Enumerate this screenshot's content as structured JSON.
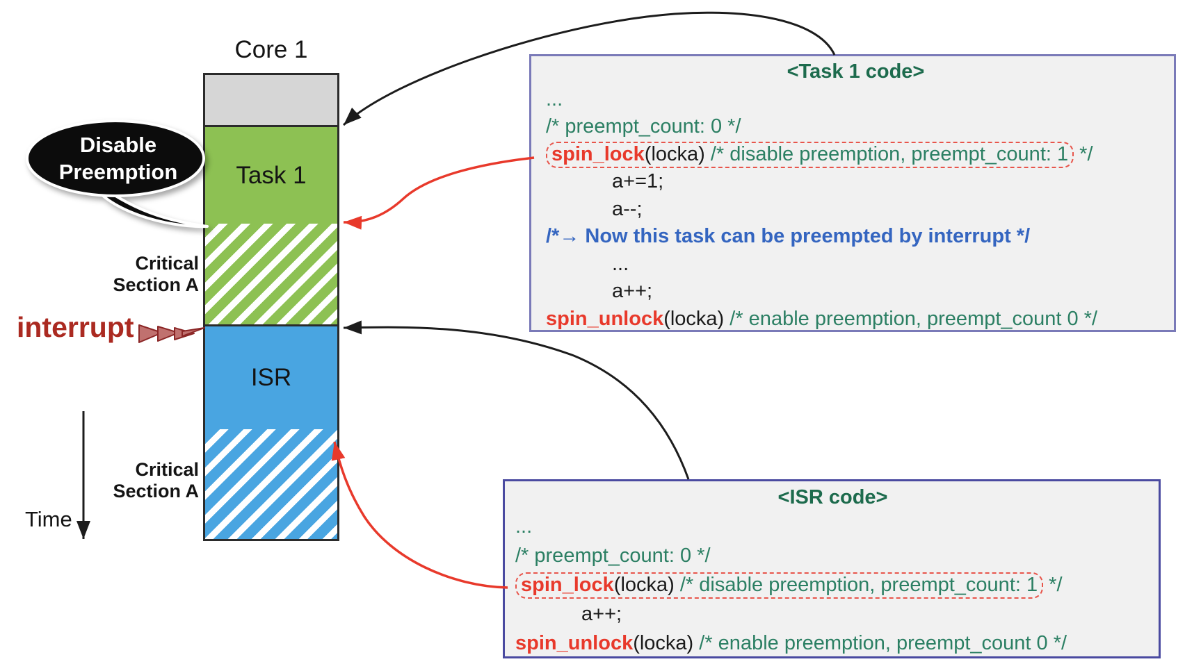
{
  "timeline": {
    "core_label": "Core 1",
    "task_label": "Task 1",
    "isr_label": "ISR",
    "critical_section_a_top": {
      "line1": "Critical",
      "line2": "Section A"
    },
    "critical_section_a_bottom": {
      "line1": "Critical",
      "line2": "Section A"
    },
    "interrupt_label": "interrupt",
    "time_label": "Time",
    "bubble": {
      "line1": "Disable",
      "line2": "Preemption"
    }
  },
  "colors": {
    "task_green": "#8dc153",
    "isr_blue": "#49a5e1",
    "idle_gray": "#d6d6d6",
    "bar_border": "#2b2b2b",
    "code_bg": "#f1f1f1",
    "task_box_border": "#7a7ab8",
    "isr_box_border": "#4a4aa0",
    "title_green": "#1d6b4d",
    "comment_green": "#2b7f63",
    "keyword_red": "#e8392b",
    "code_black": "#1a1a1a",
    "note_blue": "#3465c0",
    "dashed_red": "#e8554b",
    "interrupt_red": "#ab2a21",
    "arrow_black": "#1c1c1c"
  },
  "task_code": {
    "title": "<Task 1 code>",
    "rows": [
      {
        "parts": [
          [
            "cmt",
            "..."
          ]
        ]
      },
      {
        "parts": [
          [
            "cmt",
            "/* preempt_count: 0 */"
          ]
        ]
      },
      {
        "boxed": true,
        "parts": [
          [
            "kw",
            "spin_lock"
          ],
          [
            "code",
            "(locka) "
          ],
          [
            "cmt",
            "/* disable preemption, preempt_count: 1"
          ]
        ],
        "tail": [
          [
            "cmt",
            " */"
          ]
        ]
      },
      {
        "indent": true,
        "parts": [
          [
            "code",
            "a+=1;"
          ]
        ]
      },
      {
        "indent": true,
        "parts": [
          [
            "code",
            "a--;"
          ]
        ]
      },
      {
        "parts": [
          [
            "note",
            "/*→ Now this task can be preempted by interrupt */"
          ]
        ]
      },
      {
        "indent": true,
        "parts": [
          [
            "code",
            "..."
          ]
        ]
      },
      {
        "indent": true,
        "parts": [
          [
            "code",
            "a++;"
          ]
        ]
      },
      {
        "parts": [
          [
            "kw",
            "spin_unlock"
          ],
          [
            "code",
            "(locka) "
          ],
          [
            "cmt",
            "/* enable preemption, preempt_count 0 */"
          ]
        ]
      }
    ]
  },
  "isr_code": {
    "title": "<ISR code>",
    "rows": [
      {
        "parts": [
          [
            "cmt",
            "..."
          ]
        ]
      },
      {
        "parts": [
          [
            "cmt",
            "/* preempt_count: 0 */"
          ]
        ]
      },
      {
        "boxed": true,
        "parts": [
          [
            "kw",
            "spin_lock"
          ],
          [
            "code",
            "(locka) "
          ],
          [
            "cmt",
            "/* disable preemption, preempt_count: 1"
          ]
        ],
        "tail": [
          [
            "cmt",
            " */"
          ]
        ]
      },
      {
        "indent": true,
        "parts": [
          [
            "code",
            "a++;"
          ]
        ]
      },
      {
        "parts": [
          [
            "kw",
            "spin_unlock"
          ],
          [
            "code",
            "(locka) "
          ],
          [
            "cmt",
            "/* enable preemption, preempt_count 0 */"
          ]
        ]
      }
    ]
  }
}
